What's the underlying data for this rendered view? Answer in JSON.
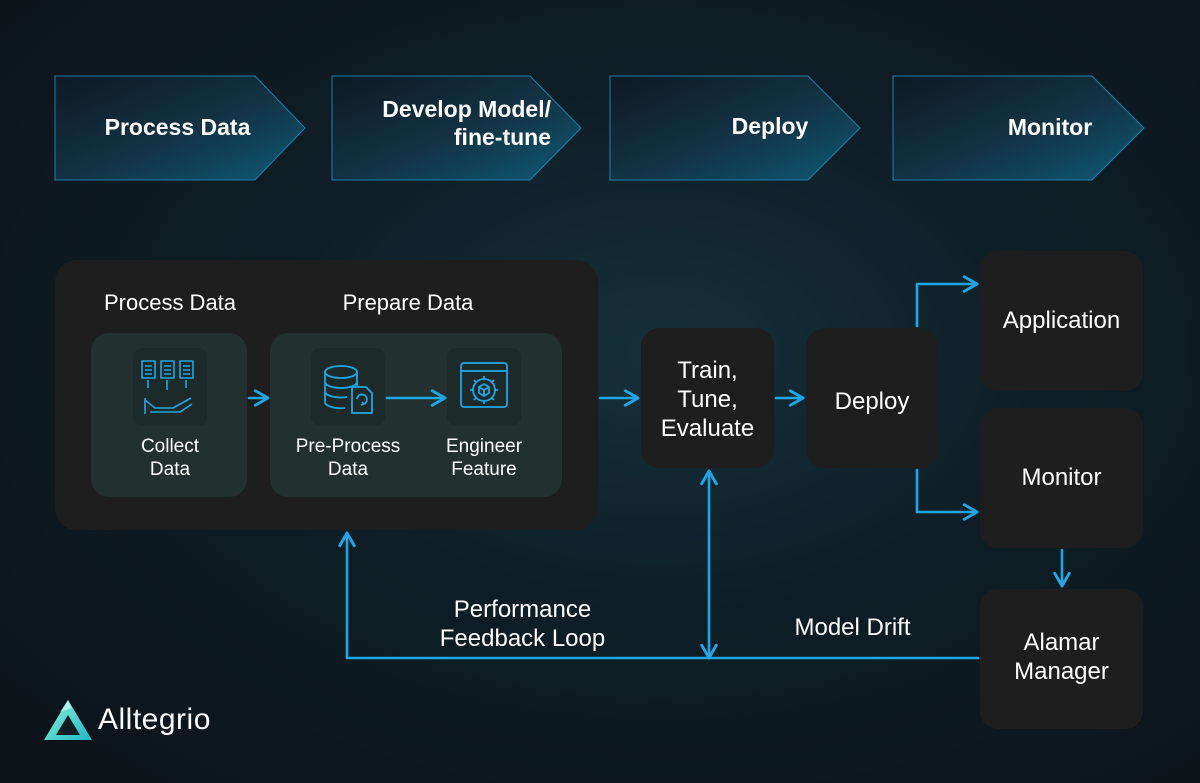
{
  "stages": [
    {
      "label": "Process Data"
    },
    {
      "label": "Develop Model/\nfine-tune"
    },
    {
      "label": "Deploy"
    },
    {
      "label": "Monitor"
    }
  ],
  "group": {
    "process_title": "Process Data",
    "prepare_title": "Prepare Data",
    "collect_label": "Collect\nData",
    "preprocess_label": "Pre-Process\nData",
    "engineer_label": "Engineer\nFeature"
  },
  "nodes": {
    "train": "Train,\nTune,\nEvaluate",
    "deploy": "Deploy",
    "application": "Application",
    "monitor": "Monitor",
    "alamar": "Alamar\nManager"
  },
  "edges": {
    "feedback": "Performance\nFeedback Loop",
    "drift": "Model Drift"
  },
  "brand": {
    "name": "Alltegrio"
  },
  "colors": {
    "accent": "#1ea7e4",
    "box": "#1e1e1e",
    "brand_teal": "#3ad6c4"
  }
}
